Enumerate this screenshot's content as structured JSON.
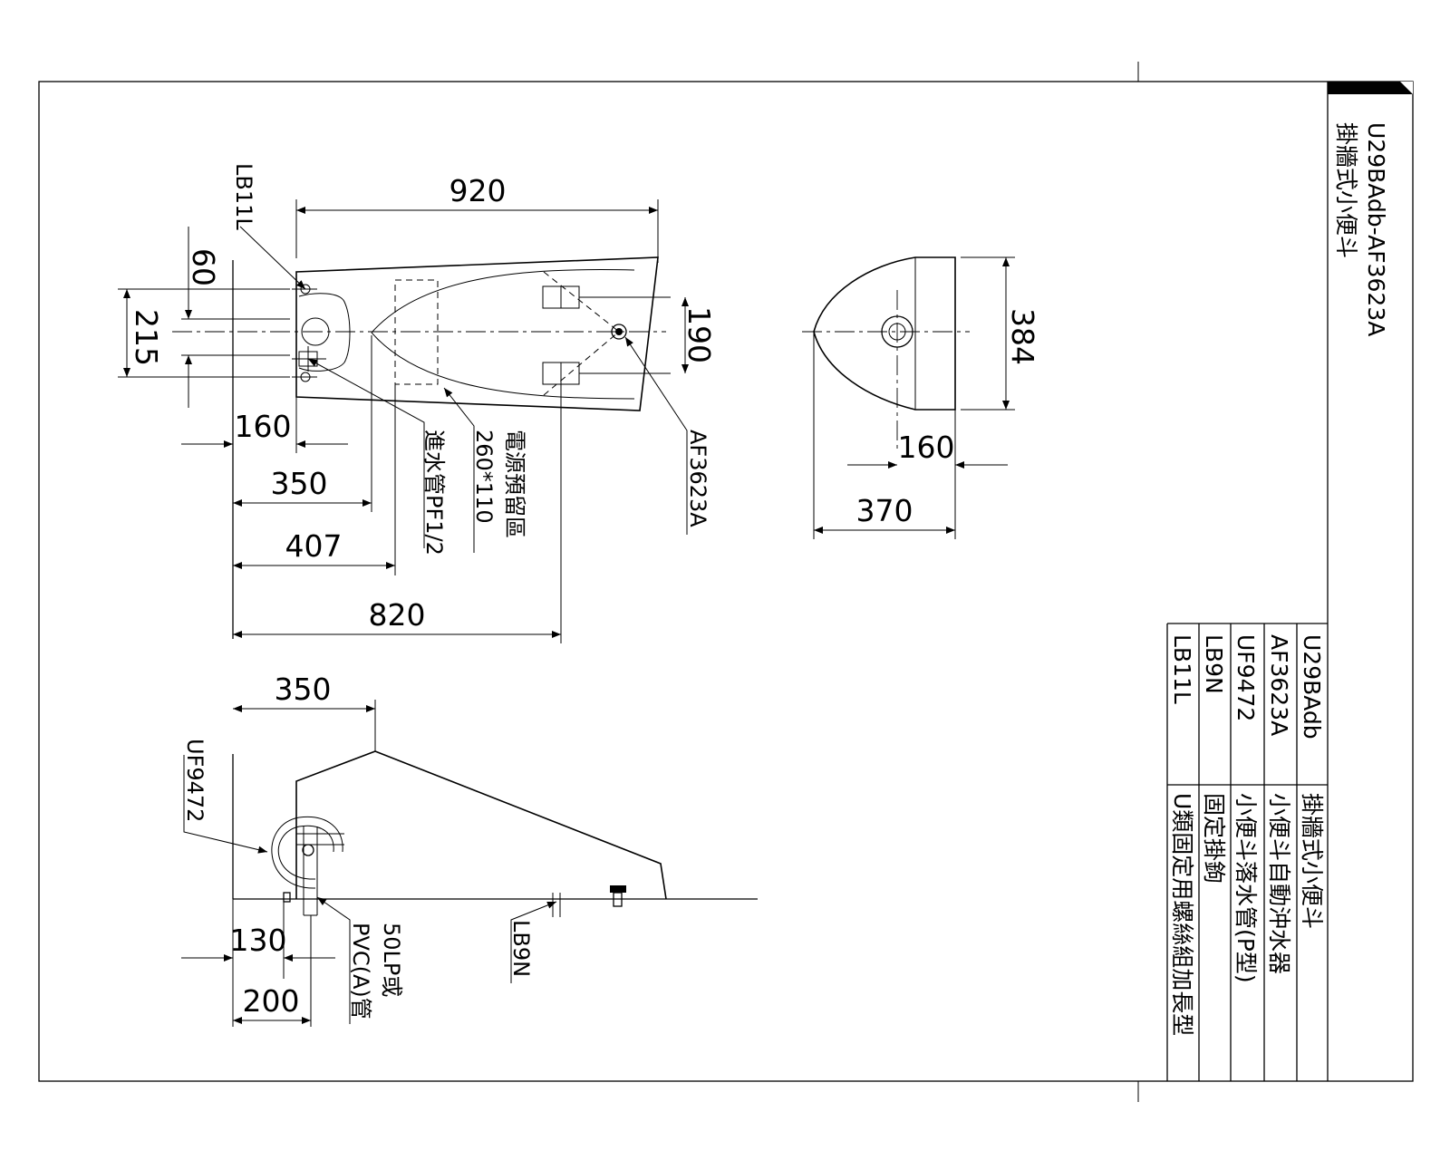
{
  "title_block": {
    "model": "U29BAdb-AF3623A",
    "product_name": "掛牆式小便斗"
  },
  "parts_table": [
    {
      "code": "U29BAdb",
      "description": "掛牆式小便斗"
    },
    {
      "code": "AF3623A",
      "description": "小便斗自動沖水器"
    },
    {
      "code": "UF9472",
      "description": "小便斗落水管(P型)"
    },
    {
      "code": "LB9N",
      "description": "固定掛鉤"
    },
    {
      "code": "LB11L",
      "description": "U類固定用螺絲組加長型"
    }
  ],
  "dimensions": {
    "top_view": {
      "d920": "920",
      "d60": "60",
      "d215": "215",
      "d190": "190",
      "d160": "160",
      "d350": "350",
      "d407": "407",
      "d820": "820"
    },
    "front_view": {
      "d384": "384",
      "d160": "160",
      "d370": "370"
    },
    "side_view": {
      "d350": "350",
      "d130": "130",
      "d200": "200"
    }
  },
  "callouts": {
    "lb11l": "LB11L",
    "inlet_pipe": "進水管PF1/2",
    "power_size": "260*110",
    "power_area": "電源預留區",
    "af3623a": "AF3623A",
    "uf9472": "UF9472",
    "lb9n": "LB9N",
    "drain_line1": "50LP或",
    "drain_line2": "PVC(A)管"
  }
}
